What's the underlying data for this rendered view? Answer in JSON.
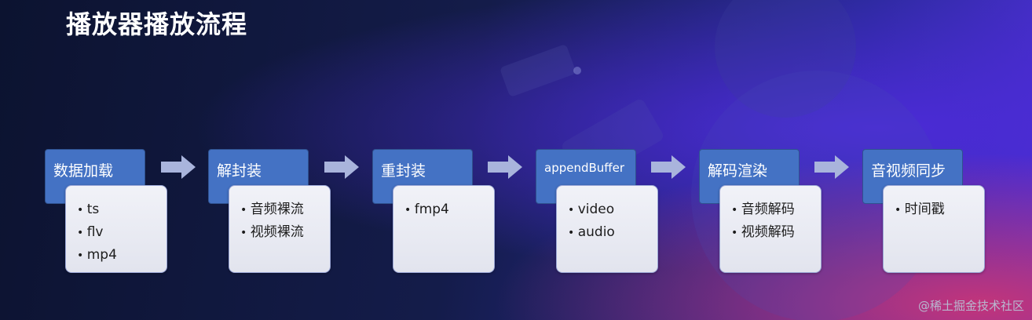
{
  "title": "播放器播放流程",
  "steps": [
    {
      "label": "数据加载",
      "items": [
        "ts",
        "flv",
        "mp4"
      ]
    },
    {
      "label": "解封装",
      "items": [
        "音频裸流",
        "视频裸流"
      ]
    },
    {
      "label": "重封装",
      "items": [
        "fmp4"
      ]
    },
    {
      "label": "appendBuffer",
      "items": [
        "video",
        "audio"
      ]
    },
    {
      "label": "解码渲染",
      "items": [
        "音频解码",
        "视频解码"
      ]
    },
    {
      "label": "音视频同步",
      "items": [
        "时间戳"
      ]
    }
  ],
  "watermark": "@稀土掘金技术社区",
  "colors": {
    "header": "#4472c4",
    "detail": "#eceef6",
    "arrow": "#a9b4dc"
  }
}
